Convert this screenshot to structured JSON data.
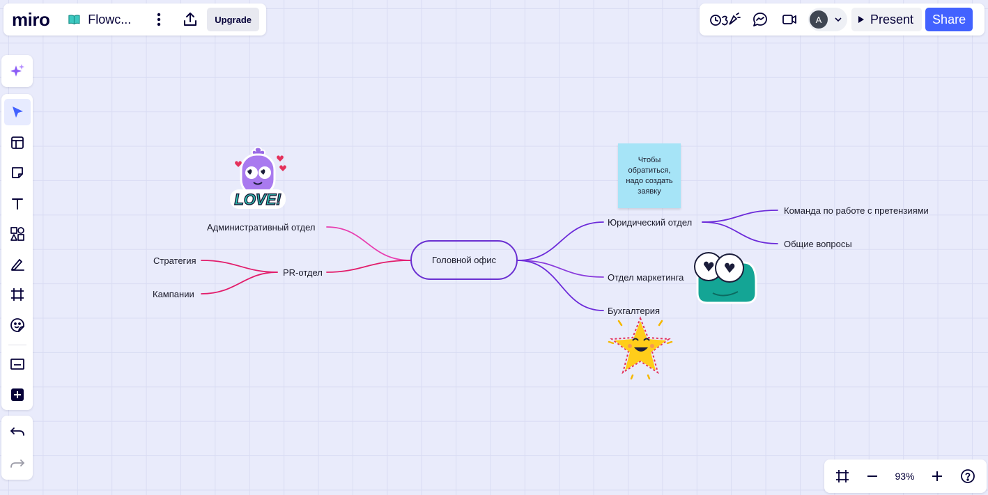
{
  "app": {
    "logo": "miro",
    "board_title": "Flowc...",
    "upgrade_label": "Upgrade",
    "present_label": "Present",
    "share_label": "Share",
    "avatar_initial": "A",
    "zoom_level": "93%"
  },
  "icons": {
    "board": "book-icon",
    "more": "vertical-dots-icon",
    "export": "upload-icon",
    "reactions": "reactions-icon",
    "chat": "chat-icon",
    "video": "video-icon",
    "ai": "sparkle-icon",
    "tools": [
      "cursor-icon",
      "templates-icon",
      "sticky-note-icon",
      "text-icon",
      "shapes-icon",
      "pen-icon",
      "frame-icon",
      "stickers-icon",
      "card-icon",
      "add-icon"
    ],
    "undo": "undo-icon",
    "redo": "redo-icon"
  },
  "colors": {
    "accent": "#4262ff",
    "central_border": "#6a2fd1",
    "left_branch": "#e21d6b",
    "left_branch_admin": "#e83fb0",
    "right_branch": "#6c2bd9",
    "sticky": "#a6e4f7"
  },
  "mindmap": {
    "central": "Головной офис",
    "admin": "Административный отдел",
    "pr": "PR-отдел",
    "strategy": "Стратегия",
    "campaigns": "Кампании",
    "legal": "Юридический отдел",
    "marketing": "Отдел маркетинга",
    "accounting": "Бухгалтерия",
    "claims_team": "Команда по работе с претензиями",
    "general": "Общие вопросы",
    "sticky_note": "Чтобы обратиться, надо создать заявку"
  },
  "stickers": {
    "love": "LOVE!"
  }
}
